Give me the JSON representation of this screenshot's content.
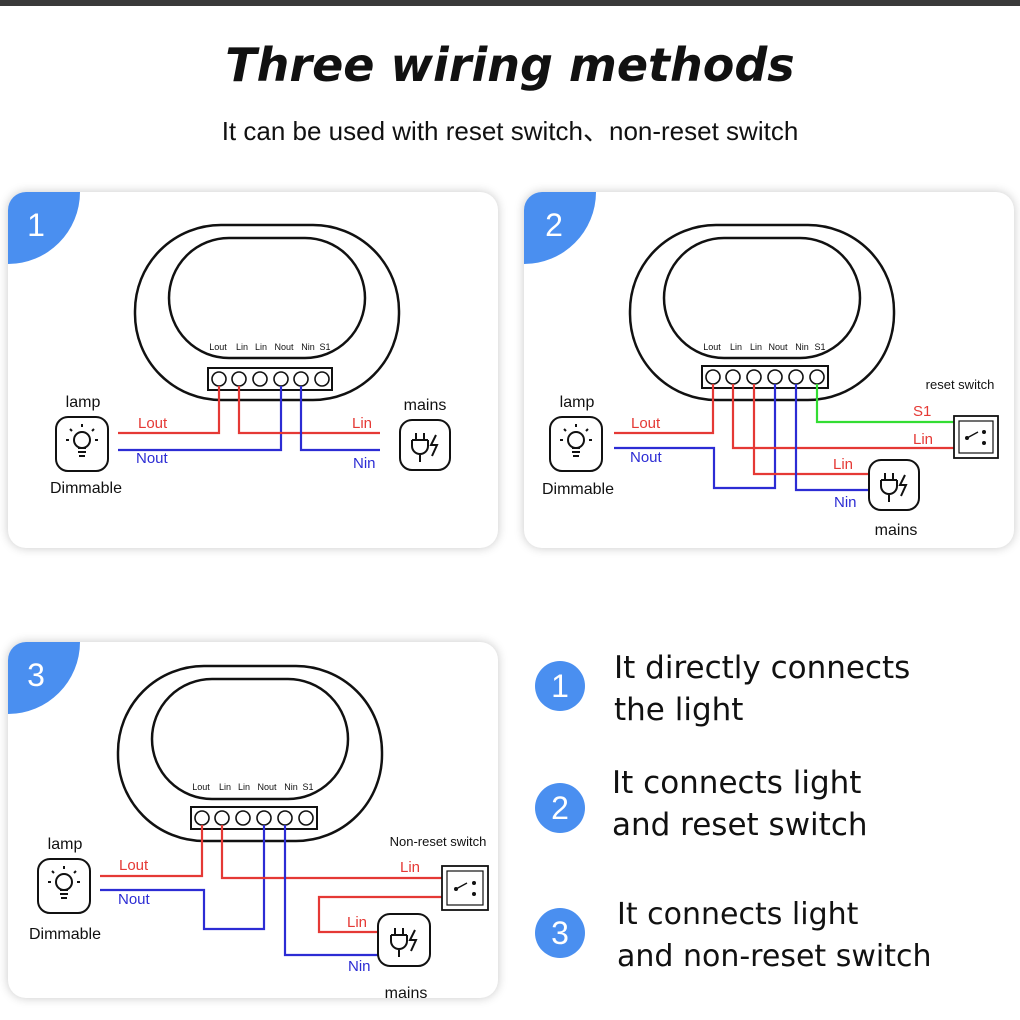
{
  "header": {
    "title": "Three wiring methods",
    "subtitle": "It can be used with reset switch、non-reset switch"
  },
  "colors": {
    "accent": "#4a8ff0",
    "live": "#e53935",
    "neutral": "#2c2cd4",
    "switch_wire": "#33dd33",
    "outline": "#111111"
  },
  "terminals": [
    "Lout",
    "Lin",
    "Lin",
    "Nout",
    "Nin",
    "S1"
  ],
  "panel1": {
    "number": "1",
    "lamp_label": "lamp",
    "lamp_sub": "Dimmable",
    "mains_label": "mains",
    "wires": [
      "Lout",
      "Nout",
      "Lin",
      "Nin"
    ]
  },
  "panel2": {
    "number": "2",
    "lamp_label": "lamp",
    "lamp_sub": "Dimmable",
    "switch_label": "reset switch",
    "mains_label": "mains",
    "wires": [
      "Lout",
      "Nout",
      "S1",
      "Lin",
      "Lin",
      "Nin"
    ]
  },
  "panel3": {
    "number": "3",
    "lamp_label": "lamp",
    "lamp_sub": "Dimmable",
    "switch_label": "Non-reset switch",
    "mains_label": "mains",
    "wires": [
      "Lout",
      "Nout",
      "Lin",
      "Lin",
      "Nin"
    ]
  },
  "descriptions": [
    {
      "number": "1",
      "line1": "It directly connects",
      "line2": "the light"
    },
    {
      "number": "2",
      "line1": "It connects light",
      "line2": "and reset switch"
    },
    {
      "number": "3",
      "line1": "It connects light",
      "line2": "and non-reset switch"
    }
  ],
  "icons": {
    "lamp": "lightbulb-icon",
    "mains": "plug-icon",
    "switch": "wall-switch-icon"
  }
}
